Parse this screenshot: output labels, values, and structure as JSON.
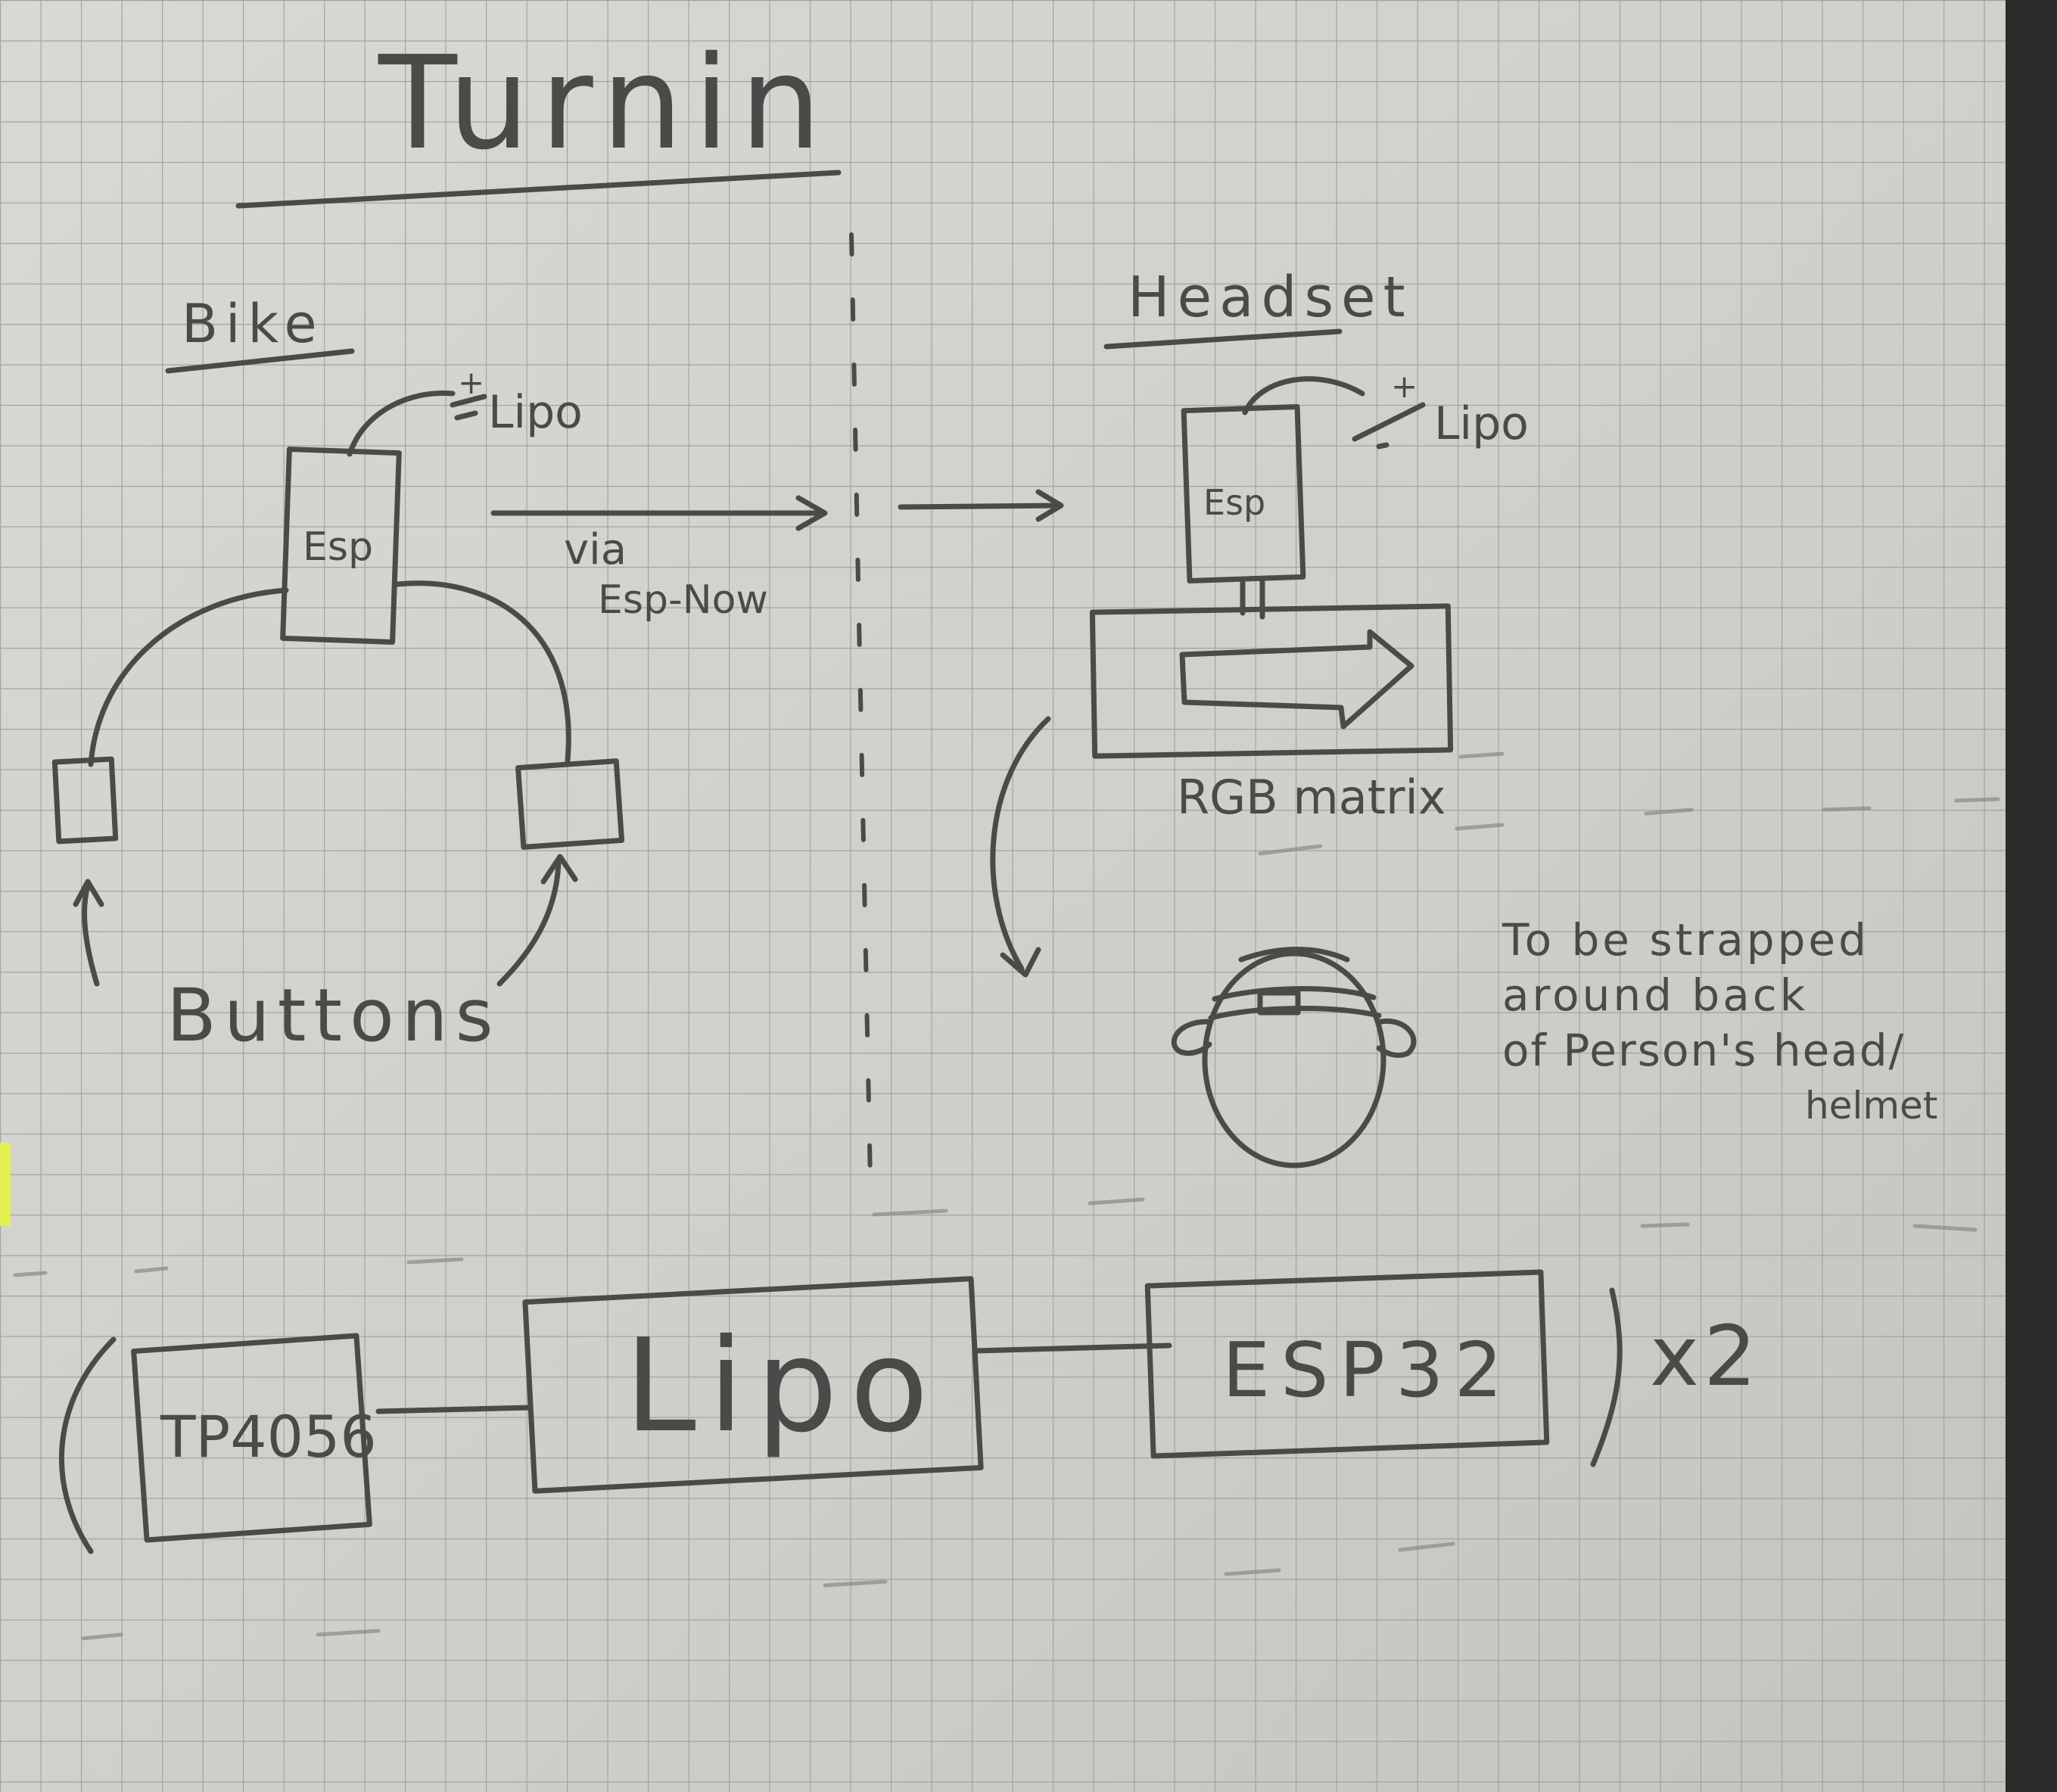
{
  "title": "Turnin",
  "bike": {
    "heading": "Bike",
    "esp": "Esp",
    "lipo": "Lipo",
    "lipo_plus": "+",
    "lipo_minus": "-",
    "buttons": "Buttons"
  },
  "link": {
    "line1": "via",
    "line2": "Esp-Now"
  },
  "headset": {
    "heading": "Headset",
    "esp": "Esp",
    "lipo": "Lipo",
    "lipo_plus": "+",
    "lipo_minus": "-",
    "rgb_matrix": "RGB matrix",
    "note_line1": "To be strapped",
    "note_line2": "around back",
    "note_line3": "of Person's head/",
    "note_line4": "helmet"
  },
  "bottom_chain": {
    "charger": "TP4056",
    "battery": "Lipo",
    "controller": "ESP32",
    "multiplier": "x2"
  },
  "colors": {
    "paper": "#d4d3cf",
    "grid": "#9c9b97",
    "pencil": "#4a4a48",
    "highlighter": "#e4f542"
  }
}
